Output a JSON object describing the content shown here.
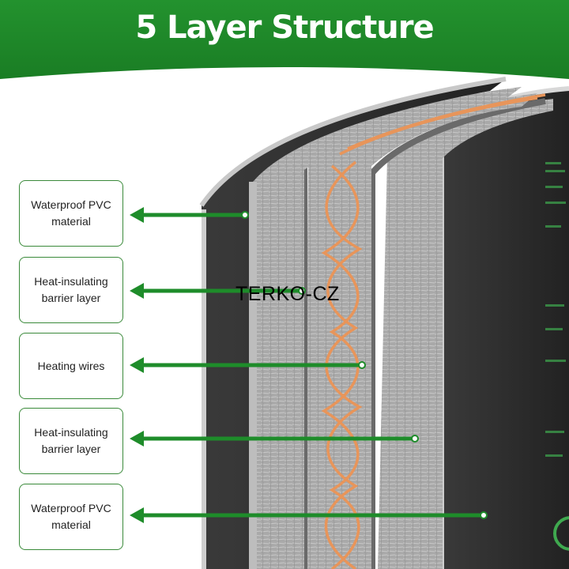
{
  "title": "5 Layer Structure",
  "watermark": "TERKO-CZ",
  "colors": {
    "banner_green": "#1f8a2a",
    "arrow_green": "#1e8c2a",
    "wire_copper": "#e8955a",
    "pvc_black": "#2a2a2a",
    "insulation_gray": "#9c9c9c"
  },
  "layers": [
    {
      "label": "Waterproof PVC material"
    },
    {
      "label": "Heat-insulating barrier layer"
    },
    {
      "label": "Heating wires"
    },
    {
      "label": "Heat-insulating barrier layer"
    },
    {
      "label": "Waterproof PVC material"
    }
  ]
}
